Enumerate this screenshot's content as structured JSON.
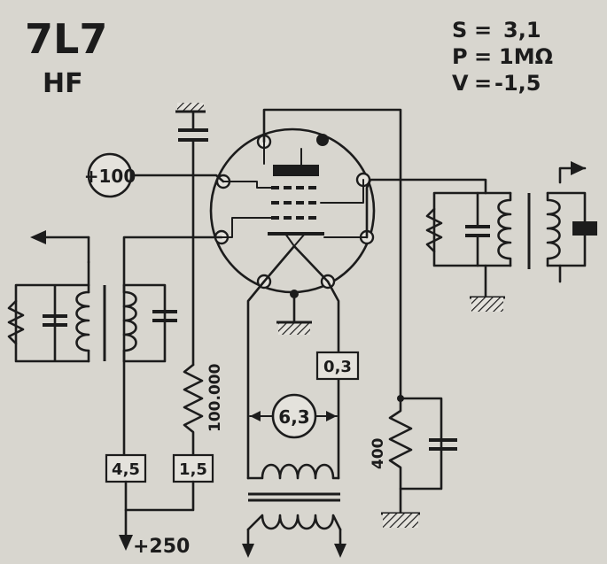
{
  "tube": {
    "name": "7L7",
    "type": "HF"
  },
  "specs": [
    {
      "symbol": "S",
      "value": "3,1"
    },
    {
      "symbol": "P",
      "value": "1MΩ"
    },
    {
      "symbol": "V",
      "value": "-1,5"
    }
  ],
  "labels": {
    "screen_voltage": "+100",
    "heater_voltage": "6,3",
    "heater_current": "0,3",
    "plate_resistor_box": "4,5",
    "screen_resistor_box": "1,5",
    "screen_resistor": "100.000",
    "cathode_resistor": "400",
    "supply": "+250"
  },
  "colors": {
    "paper": "#d8d6cf",
    "ink": "#1c1c1c"
  }
}
